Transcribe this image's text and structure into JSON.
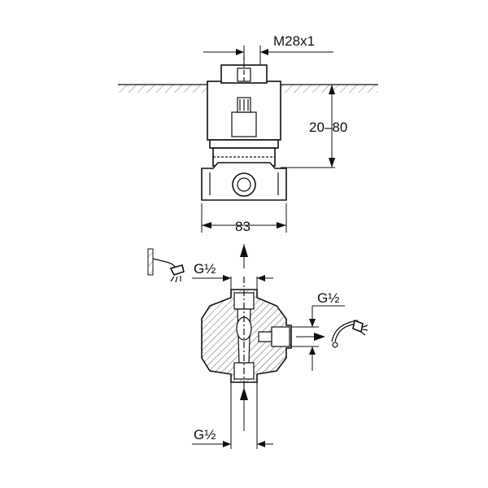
{
  "diagram": {
    "top_view": {
      "thread_label": "M28x1",
      "depth_label": "20–80",
      "width_label": "83"
    },
    "bottom_view": {
      "top_outlet_label": "G½",
      "side_outlet_label": "G½",
      "bottom_inlet_label": "G½"
    },
    "icons": [
      "wall-shower-icon",
      "hand-shower-icon"
    ]
  }
}
